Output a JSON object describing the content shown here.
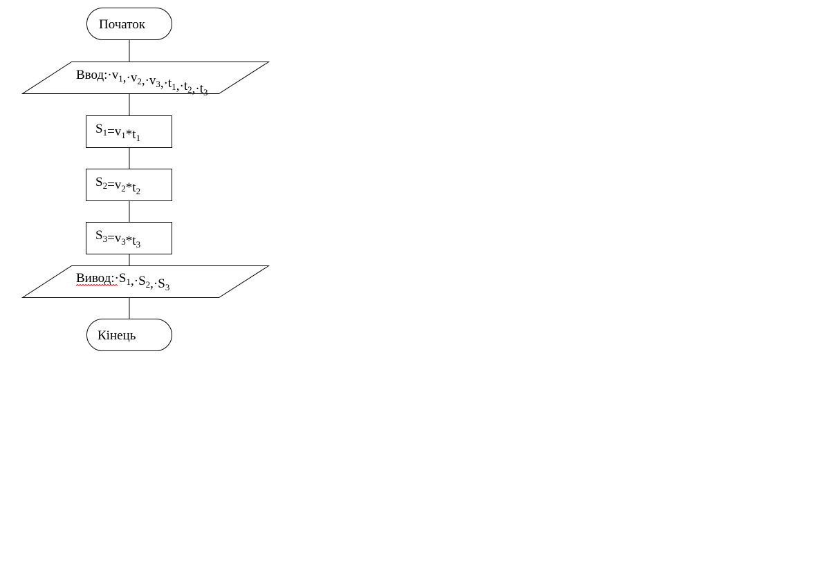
{
  "flowchart": {
    "start": {
      "label": "Початок"
    },
    "input": {
      "label": "Ввод:",
      "vars": [
        {
          "base": "·v",
          "sub": "1",
          "sep": ","
        },
        {
          "base": "·v",
          "sub": "2",
          "sep": ","
        },
        {
          "base": "·v",
          "sub": "3",
          "sep": ","
        },
        {
          "base": "·t",
          "sub": "1",
          "sep": ","
        },
        {
          "base": "·t",
          "sub": "2",
          "sep": ","
        },
        {
          "base": "·t",
          "sub": "3",
          "sep": ""
        }
      ]
    },
    "steps": [
      {
        "parts": [
          {
            "t": "S"
          },
          {
            "t": "1",
            "sub": true
          },
          {
            "t": "=v"
          },
          {
            "t": "1",
            "sub": true
          },
          {
            "t": "*t"
          },
          {
            "t": "1",
            "sub": true
          }
        ]
      },
      {
        "parts": [
          {
            "t": "S"
          },
          {
            "t": "2",
            "sub": true
          },
          {
            "t": "=v"
          },
          {
            "t": "2",
            "sub": true
          },
          {
            "t": "*t"
          },
          {
            "t": "2",
            "sub": true
          }
        ]
      },
      {
        "parts": [
          {
            "t": "S"
          },
          {
            "t": "3",
            "sub": true
          },
          {
            "t": "=v"
          },
          {
            "t": "3",
            "sub": true
          },
          {
            "t": "*t"
          },
          {
            "t": "3",
            "sub": true
          }
        ]
      }
    ],
    "output": {
      "label": "Вивод:",
      "vars": [
        {
          "base": "·S",
          "sub": "1",
          "sep": ","
        },
        {
          "base": "·S",
          "sub": "2",
          "sep": ","
        },
        {
          "base": "·S",
          "sub": "3",
          "sep": ""
        }
      ]
    },
    "end": {
      "label": "Кінець"
    }
  }
}
